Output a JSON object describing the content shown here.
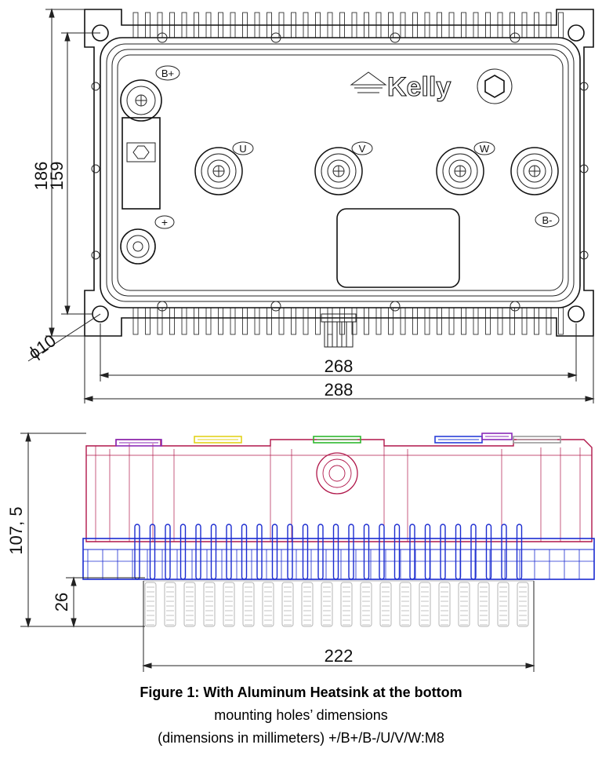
{
  "top_view": {
    "brand": "Kelly",
    "terminals": {
      "b_plus": "B+",
      "plus": "+",
      "u": "U",
      "v": "V",
      "w": "W",
      "b_minus": "B-"
    },
    "dimensions": {
      "height_outer": "186",
      "height_inner": "159",
      "hole_diameter": "ϕ10",
      "width_inner": "268",
      "width_outer": "288"
    }
  },
  "side_view": {
    "dimensions": {
      "height_total": "107, 5",
      "heatsink_height": "26",
      "heatsink_width": "222"
    },
    "colors": {
      "housing": "#b0174a",
      "base": "#1a2bd0",
      "heatsink": "#b5b5b5",
      "cap_yellow": "#e3d21c",
      "cap_green": "#2eb82e",
      "cap_purple": "#8a2bb8",
      "cap_blue": "#2a3fd8"
    }
  },
  "caption": {
    "line1": "Figure 1: With Aluminum Heatsink at the bottom",
    "line2": "mounting holes’ dimensions",
    "line3": "(dimensions in millimeters) +/B+/B-/U/V/W:M8"
  }
}
